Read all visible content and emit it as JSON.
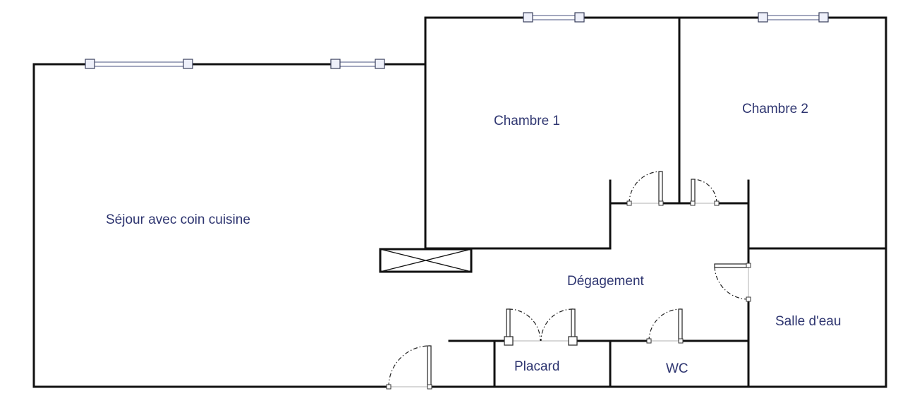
{
  "rooms": {
    "sejour": "Séjour avec coin cuisine",
    "chambre1": "Chambre 1",
    "chambre2": "Chambre 2",
    "degagement": "Dégagement",
    "salle_eau": "Salle d'eau",
    "placard": "Placard",
    "wc": "WC"
  },
  "colors": {
    "wall": "#111111",
    "label": "#2e3570",
    "window": "#6c7399"
  }
}
